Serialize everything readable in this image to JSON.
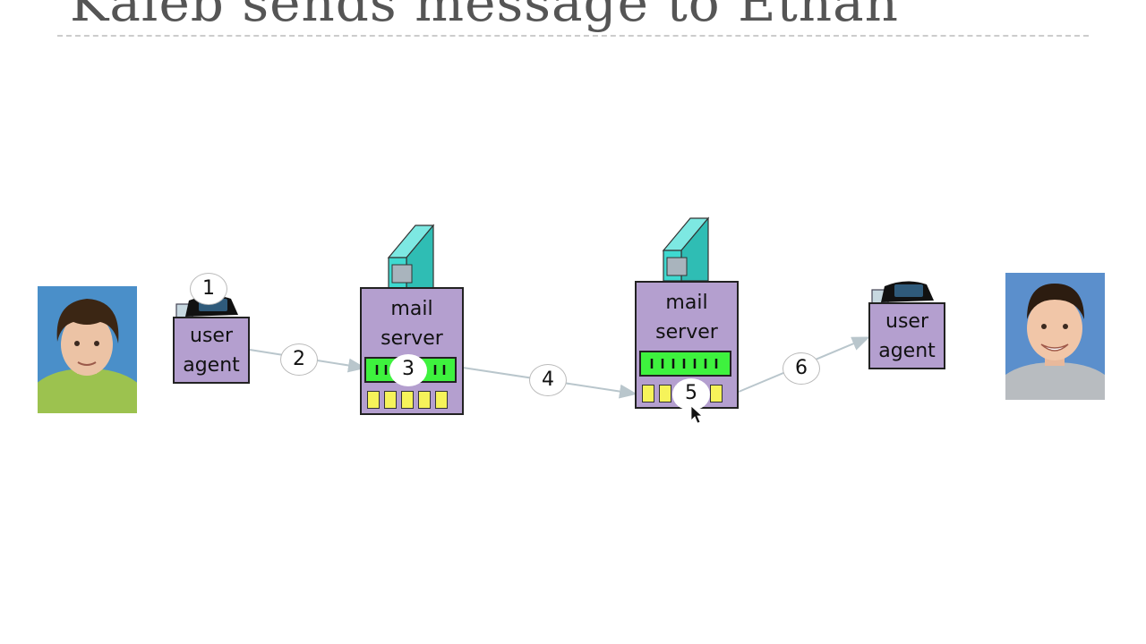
{
  "slide": {
    "title": "Kaleb sends message to Ethan"
  },
  "user_agent_label": "user agent",
  "mail_server_label": "mail server",
  "steps": [
    "1",
    "2",
    "3",
    "4",
    "5",
    "6"
  ],
  "colors": {
    "box_fill": "#b49fcf",
    "queue_green": "#3ef23e",
    "mail_yellow": "#f6f35a",
    "tower_teal": "#3fd9d0",
    "arrow_gray": "#b9c6cc"
  },
  "icons": {
    "sender_computer": "pc-icon",
    "receiver_computer": "pc-icon",
    "mail_server_tower": "server-tower-icon",
    "cursor": "mouse-pointer-icon"
  }
}
